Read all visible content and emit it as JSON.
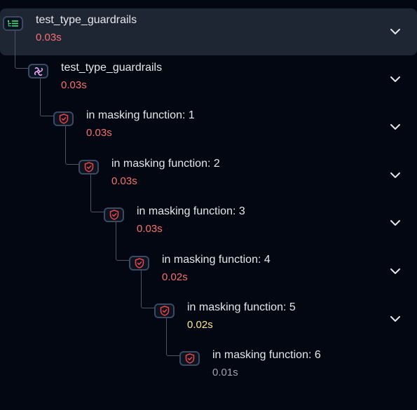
{
  "colors": {
    "background": "#030712",
    "selected_row": "#1e2533",
    "duration_slow": "#f87171",
    "duration_medium": "#fde68a",
    "duration_fast": "#9ca3af",
    "guardrail_icon": "#ef4444",
    "root_icon": "#4ade80",
    "function_icon": "#f0abfc"
  },
  "tree": [
    {
      "title": "test_type_guardrails",
      "duration": "0.03s",
      "icon": "list-tree-icon",
      "selected": true
    },
    {
      "title": "test_type_guardrails",
      "duration": "0.03s",
      "icon": "function-icon"
    },
    {
      "title": "in masking function: 1",
      "duration": "0.03s",
      "icon": "shield-icon"
    },
    {
      "title": "in masking function: 2",
      "duration": "0.03s",
      "icon": "shield-icon"
    },
    {
      "title": "in masking function: 3",
      "duration": "0.03s",
      "icon": "shield-icon"
    },
    {
      "title": "in masking function: 4",
      "duration": "0.02s",
      "icon": "shield-icon"
    },
    {
      "title": "in masking function: 5",
      "duration": "0.02s",
      "icon": "shield-icon"
    },
    {
      "title": "in masking function: 6",
      "duration": "0.01s",
      "icon": "shield-icon"
    }
  ]
}
